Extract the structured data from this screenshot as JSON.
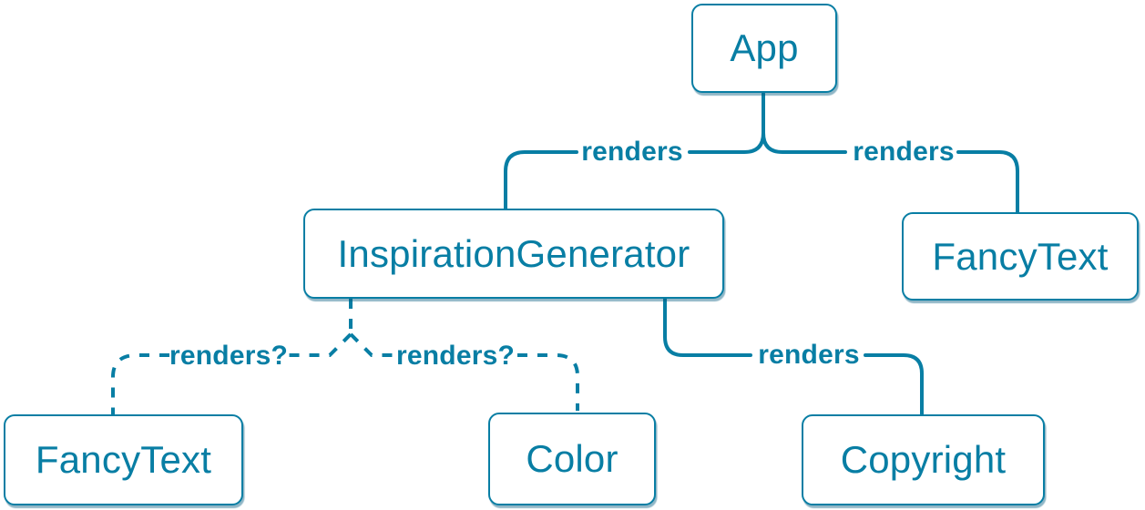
{
  "diagram": {
    "description": "React component render tree",
    "nodes": {
      "app": {
        "label": "App"
      },
      "inspiration_generator": {
        "label": "InspirationGenerator"
      },
      "fancy_text_top": {
        "label": "FancyText"
      },
      "fancy_text_bottom": {
        "label": "FancyText"
      },
      "color": {
        "label": "Color"
      },
      "copyright": {
        "label": "Copyright"
      }
    },
    "edges": {
      "app_to_inspiration_generator": {
        "from": "App",
        "to": "InspirationGenerator",
        "label": "renders",
        "style": "solid"
      },
      "app_to_fancy_text": {
        "from": "App",
        "to": "FancyText",
        "label": "renders",
        "style": "solid"
      },
      "inspiration_generator_to_fancy_text": {
        "from": "InspirationGenerator",
        "to": "FancyText",
        "label": "renders?",
        "style": "dashed"
      },
      "inspiration_generator_to_color": {
        "from": "InspirationGenerator",
        "to": "Color",
        "label": "renders?",
        "style": "dashed"
      },
      "inspiration_generator_to_copyright": {
        "from": "InspirationGenerator",
        "to": "Copyright",
        "label": "renders",
        "style": "solid"
      }
    },
    "colors": {
      "accent": "#087ea4",
      "node_background": "#ffffff",
      "node_shadow": "rgba(8, 94, 128, 0.45)",
      "page_background": "#ffffff"
    }
  }
}
